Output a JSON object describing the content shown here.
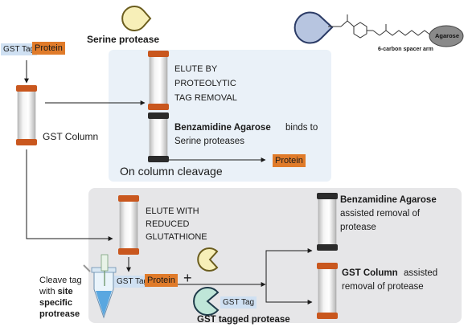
{
  "colors": {
    "panel_top": "#eaf1f8",
    "panel_bottom": "#e6e6e8",
    "gst_tag": "#cfe0f2",
    "protein_tag": "#e07b2a",
    "column_cap_orange": "#c9571e",
    "column_cap_black": "#2b2b2b",
    "serine_protease": "#f7efb8",
    "gst_protease": "#bfe6d8"
  },
  "icons": [
    "serine-protease-pacman-icon",
    "gst-protease-pacman-icon",
    "chromatography-column-icon",
    "tube-icon",
    "pipette-icon",
    "benzamidine-structure-icon"
  ],
  "labels": {
    "serine_protease": "Serine protease",
    "gst_tag": "GST Tag",
    "protein": "Protein",
    "gst_column": "GST Column",
    "elute_top": [
      "ELUTE BY",
      "PROTEOLYTIC",
      "TAG REMOVAL"
    ],
    "benzamidine_agarose": "Benzamidine Agarose",
    "binds_to": "binds to",
    "serine_proteases": "Serine proteases",
    "on_column_cleavage": "On column cleavage",
    "spacer_arm": "6-carbon spacer arm",
    "agarose": "Agarose",
    "elute_bottom": [
      "ELUTE WITH",
      "REDUCED",
      "GLUTATHIONE"
    ],
    "plus": "+",
    "cleave_line1": "Cleave tag",
    "cleave_line2_prefix": "with",
    "cleave_line2_bold": "site",
    "cleave_line3": "specific",
    "cleave_line4": "protrease",
    "gst_tagged_protease": "GST tagged protease",
    "assisted_removal": "assisted removal of",
    "protease": "protease",
    "gst_column_bold": "GST Column",
    "assisted": "assisted",
    "removal_of_protease": "removal of protease"
  }
}
